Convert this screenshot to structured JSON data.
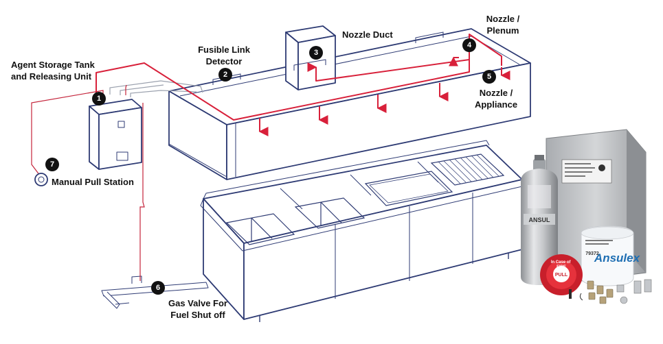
{
  "labels": {
    "agent_storage": "Agent Storage Tank\nand Releasing Unit",
    "fusible_link": "Fusible Link\nDetector",
    "nozzle_duct": "Nozzle Duct",
    "nozzle_plenum": "Nozzle /\nPlenum",
    "nozzle_appliance": "Nozzle /\nAppliance",
    "manual_pull": "Manual Pull Station",
    "gas_valve": "Gas Valve For\nFuel Shut off"
  },
  "badges": [
    "1",
    "2",
    "3",
    "4",
    "5",
    "6",
    "7"
  ],
  "product": {
    "cylinder_brand": "ANSUL",
    "pull_station_top": "In Case of\nFIRE",
    "pull_station_button": "PULL",
    "agent_brand": "Ansulex",
    "agent_code": "79372"
  },
  "colors": {
    "line_blue": "#2d3a73",
    "pipe_red": "#d8203a",
    "cable_red": "#c4233a"
  }
}
